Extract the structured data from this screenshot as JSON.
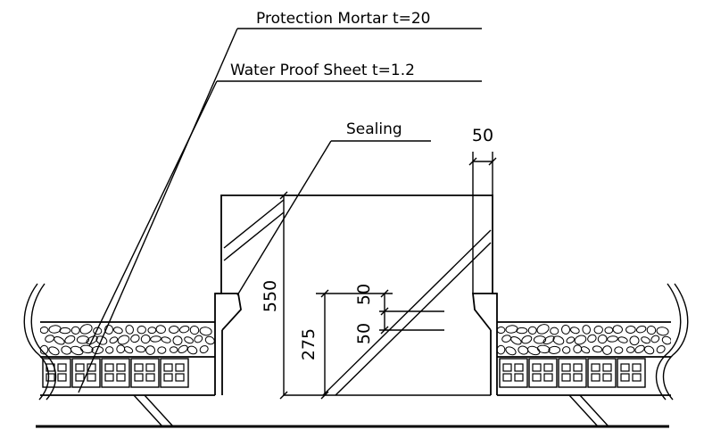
{
  "labels": {
    "protection_mortar": "Protection Mortar t=20",
    "waterproof_sheet": "Water Proof Sheet t=1.2",
    "sealing": "Sealing"
  },
  "dimensions": {
    "top_width": "50",
    "total_height": "550",
    "lower_height": "275",
    "upper_gap": "50",
    "lower_gap": "50"
  },
  "colors": {
    "line": "#000000",
    "background": "#ffffff"
  }
}
